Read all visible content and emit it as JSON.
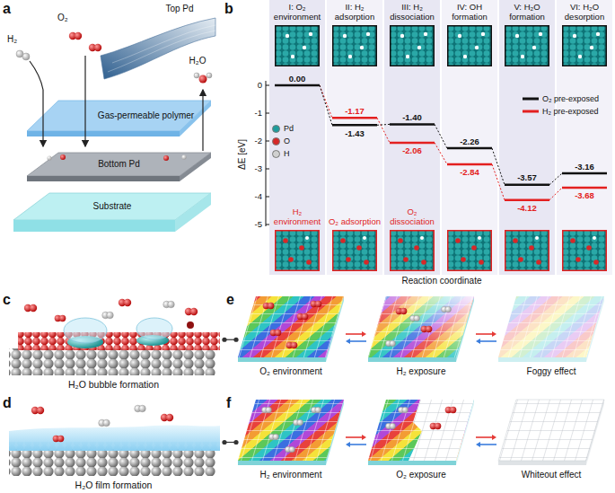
{
  "diagram": {
    "nodes": [
      {
        "text": [
          "Top Pd"
        ]
      },
      {
        "text": [
          "Gas-permeable polymer"
        ]
      },
      {
        "text": [
          "Bottom Pd"
        ]
      },
      {
        "text": [
          "Substrate"
        ]
      },
      {
        "text": [
          "I: O₂ environment",
          "H₂ environment"
        ]
      },
      {
        "text": [
          "II: H₂ adsorption",
          "O₂ adsorption"
        ]
      },
      {
        "text": [
          "III: H₂ dissociation",
          "O₂ dissociation"
        ]
      },
      {
        "text": [
          "IV: OH formation"
        ]
      },
      {
        "text": [
          "V: H₂O formation"
        ]
      },
      {
        "text": [
          "VI: H₂O desorption"
        ]
      },
      {
        "text": [
          "H₂O bubble formation"
        ]
      },
      {
        "text": [
          "O₂ environment"
        ]
      },
      {
        "text": [
          "H₂ exposure"
        ]
      },
      {
        "text": [
          "Foggy effect"
        ]
      },
      {
        "text": [
          "H₂O film formation"
        ]
      },
      {
        "text": [
          "H₂ environment"
        ]
      },
      {
        "text": [
          "O₂ exposure"
        ]
      },
      {
        "text": [
          "Whiteout effect"
        ]
      }
    ],
    "edges": [
      {
        "from": 10,
        "to": 11,
        "arrow": "none"
      },
      {
        "from": 11,
        "to": 12,
        "arrow": "both"
      },
      {
        "from": 12,
        "to": 13,
        "arrow": "both"
      },
      {
        "from": 14,
        "to": 15,
        "arrow": "none"
      },
      {
        "from": 15,
        "to": 16,
        "arrow": "both"
      },
      {
        "from": 16,
        "to": 17,
        "arrow": "both"
      }
    ],
    "labels": [
      "a",
      "H₂",
      "O₂",
      "H₂O",
      "b",
      "0",
      "-1",
      "-2",
      "-3",
      "-4",
      "-5",
      "ΔE [eV]",
      "0.00",
      "-1.17",
      "-1.43",
      "-1.40",
      "-2.06",
      "-2.26",
      "-2.84",
      "-3.57",
      "-4.12",
      "-3.16",
      "-3.68",
      "Reaction coordinate",
      "c",
      "d",
      "e",
      "f"
    ],
    "legend": [
      {
        "text": "Pd",
        "color": "#1e9c9c"
      },
      {
        "text": "O",
        "color": "#d62828"
      },
      {
        "text": "H",
        "color": "#d0d0d0"
      },
      {
        "text": "O₂ pre-exposed"
      },
      {
        "text": "H₂ pre-exposed"
      }
    ]
  }
}
